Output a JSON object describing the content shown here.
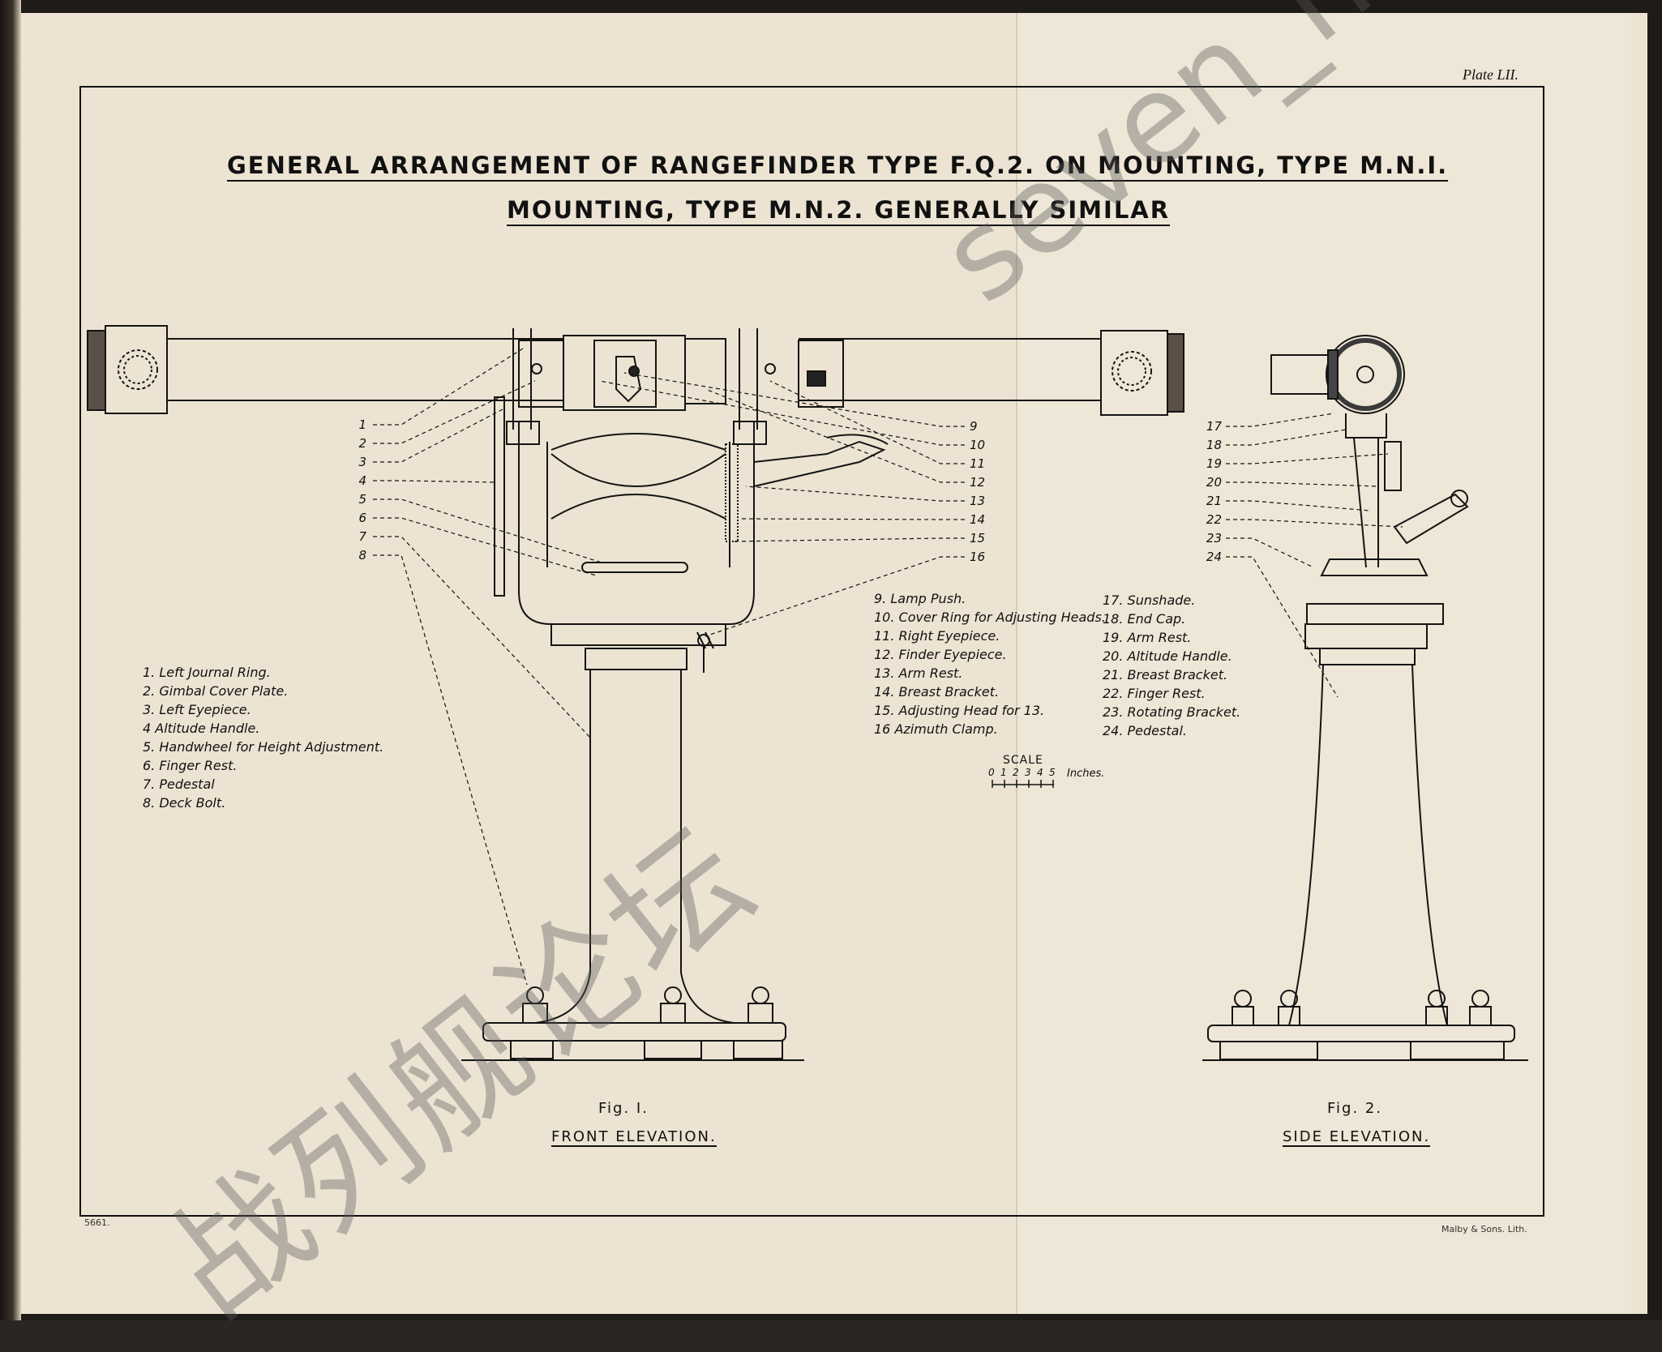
{
  "plate": "Plate LII.",
  "title_line1": "GENERAL ARRANGEMENT OF RANGEFINDER TYPE F.Q.2. ON MOUNTING, TYPE M.N.I.",
  "title_line2": "MOUNTING, TYPE M.N.2. GENERALLY SIMILAR",
  "legend_left": [
    "1. Left Journal Ring.",
    "2. Gimbal Cover Plate.",
    "3. Left Eyepiece.",
    "4 Altitude Handle.",
    "5. Handwheel for Height Adjustment.",
    "6. Finger Rest.",
    "7. Pedestal",
    "8. Deck Bolt."
  ],
  "legend_middle": [
    "9. Lamp Push.",
    "10. Cover Ring for Adjusting Heads.",
    "11. Right Eyepiece.",
    "12. Finder Eyepiece.",
    "13. Arm Rest.",
    "14. Breast Bracket.",
    "15. Adjusting Head for 13.",
    "16 Azimuth Clamp."
  ],
  "legend_right": [
    "17. Sunshade.",
    "18. End Cap.",
    "19. Arm Rest.",
    "20. Altitude Handle.",
    "21. Breast Bracket.",
    "22. Finger Rest.",
    "23. Rotating Bracket.",
    "24. Pedestal."
  ],
  "callouts_fig1_left": [
    "1",
    "2",
    "3",
    "4",
    "5",
    "6",
    "7",
    "8"
  ],
  "callouts_fig1_right": [
    "9",
    "10",
    "11",
    "12",
    "13",
    "14",
    "15",
    "16"
  ],
  "callouts_fig2": [
    "17",
    "18",
    "19",
    "20",
    "21",
    "22",
    "23",
    "24"
  ],
  "scale": {
    "label": "SCALE",
    "ticks": [
      "0",
      "1",
      "2",
      "3",
      "4",
      "5"
    ],
    "unit": "Inches."
  },
  "fig1": {
    "label": "Fig. I.",
    "caption": "FRONT ELEVATION."
  },
  "fig2": {
    "label": "Fig. 2.",
    "caption": "SIDE ELEVATION."
  },
  "print_number": "5661.",
  "printer": "Malby & Sons. Lith.",
  "watermark_top": "seven_nana",
  "watermark_bottom": "战列舰论坛"
}
